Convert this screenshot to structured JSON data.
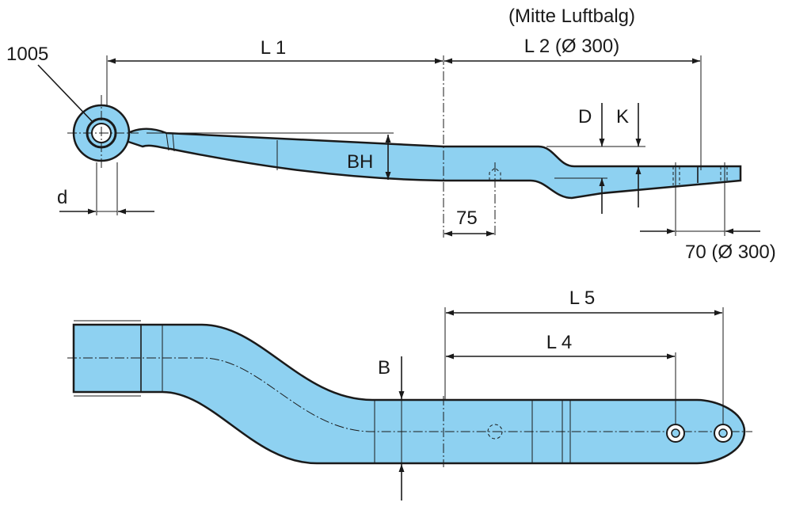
{
  "labels": {
    "eye_ref": "1005",
    "l1": "L 1",
    "l2_note": "(Mitte Luftbalg)",
    "l2": "L 2 (Ø 300)",
    "bh": "BH",
    "d_upper": "D",
    "k": "K",
    "d_lower": "d",
    "dim_75": "75",
    "dim_70": "70 (Ø 300)",
    "l5": "L 5",
    "l4": "L 4",
    "b": "B"
  },
  "colors": {
    "part_fill": "#8ed1f1",
    "line": "#1a1a1a"
  }
}
